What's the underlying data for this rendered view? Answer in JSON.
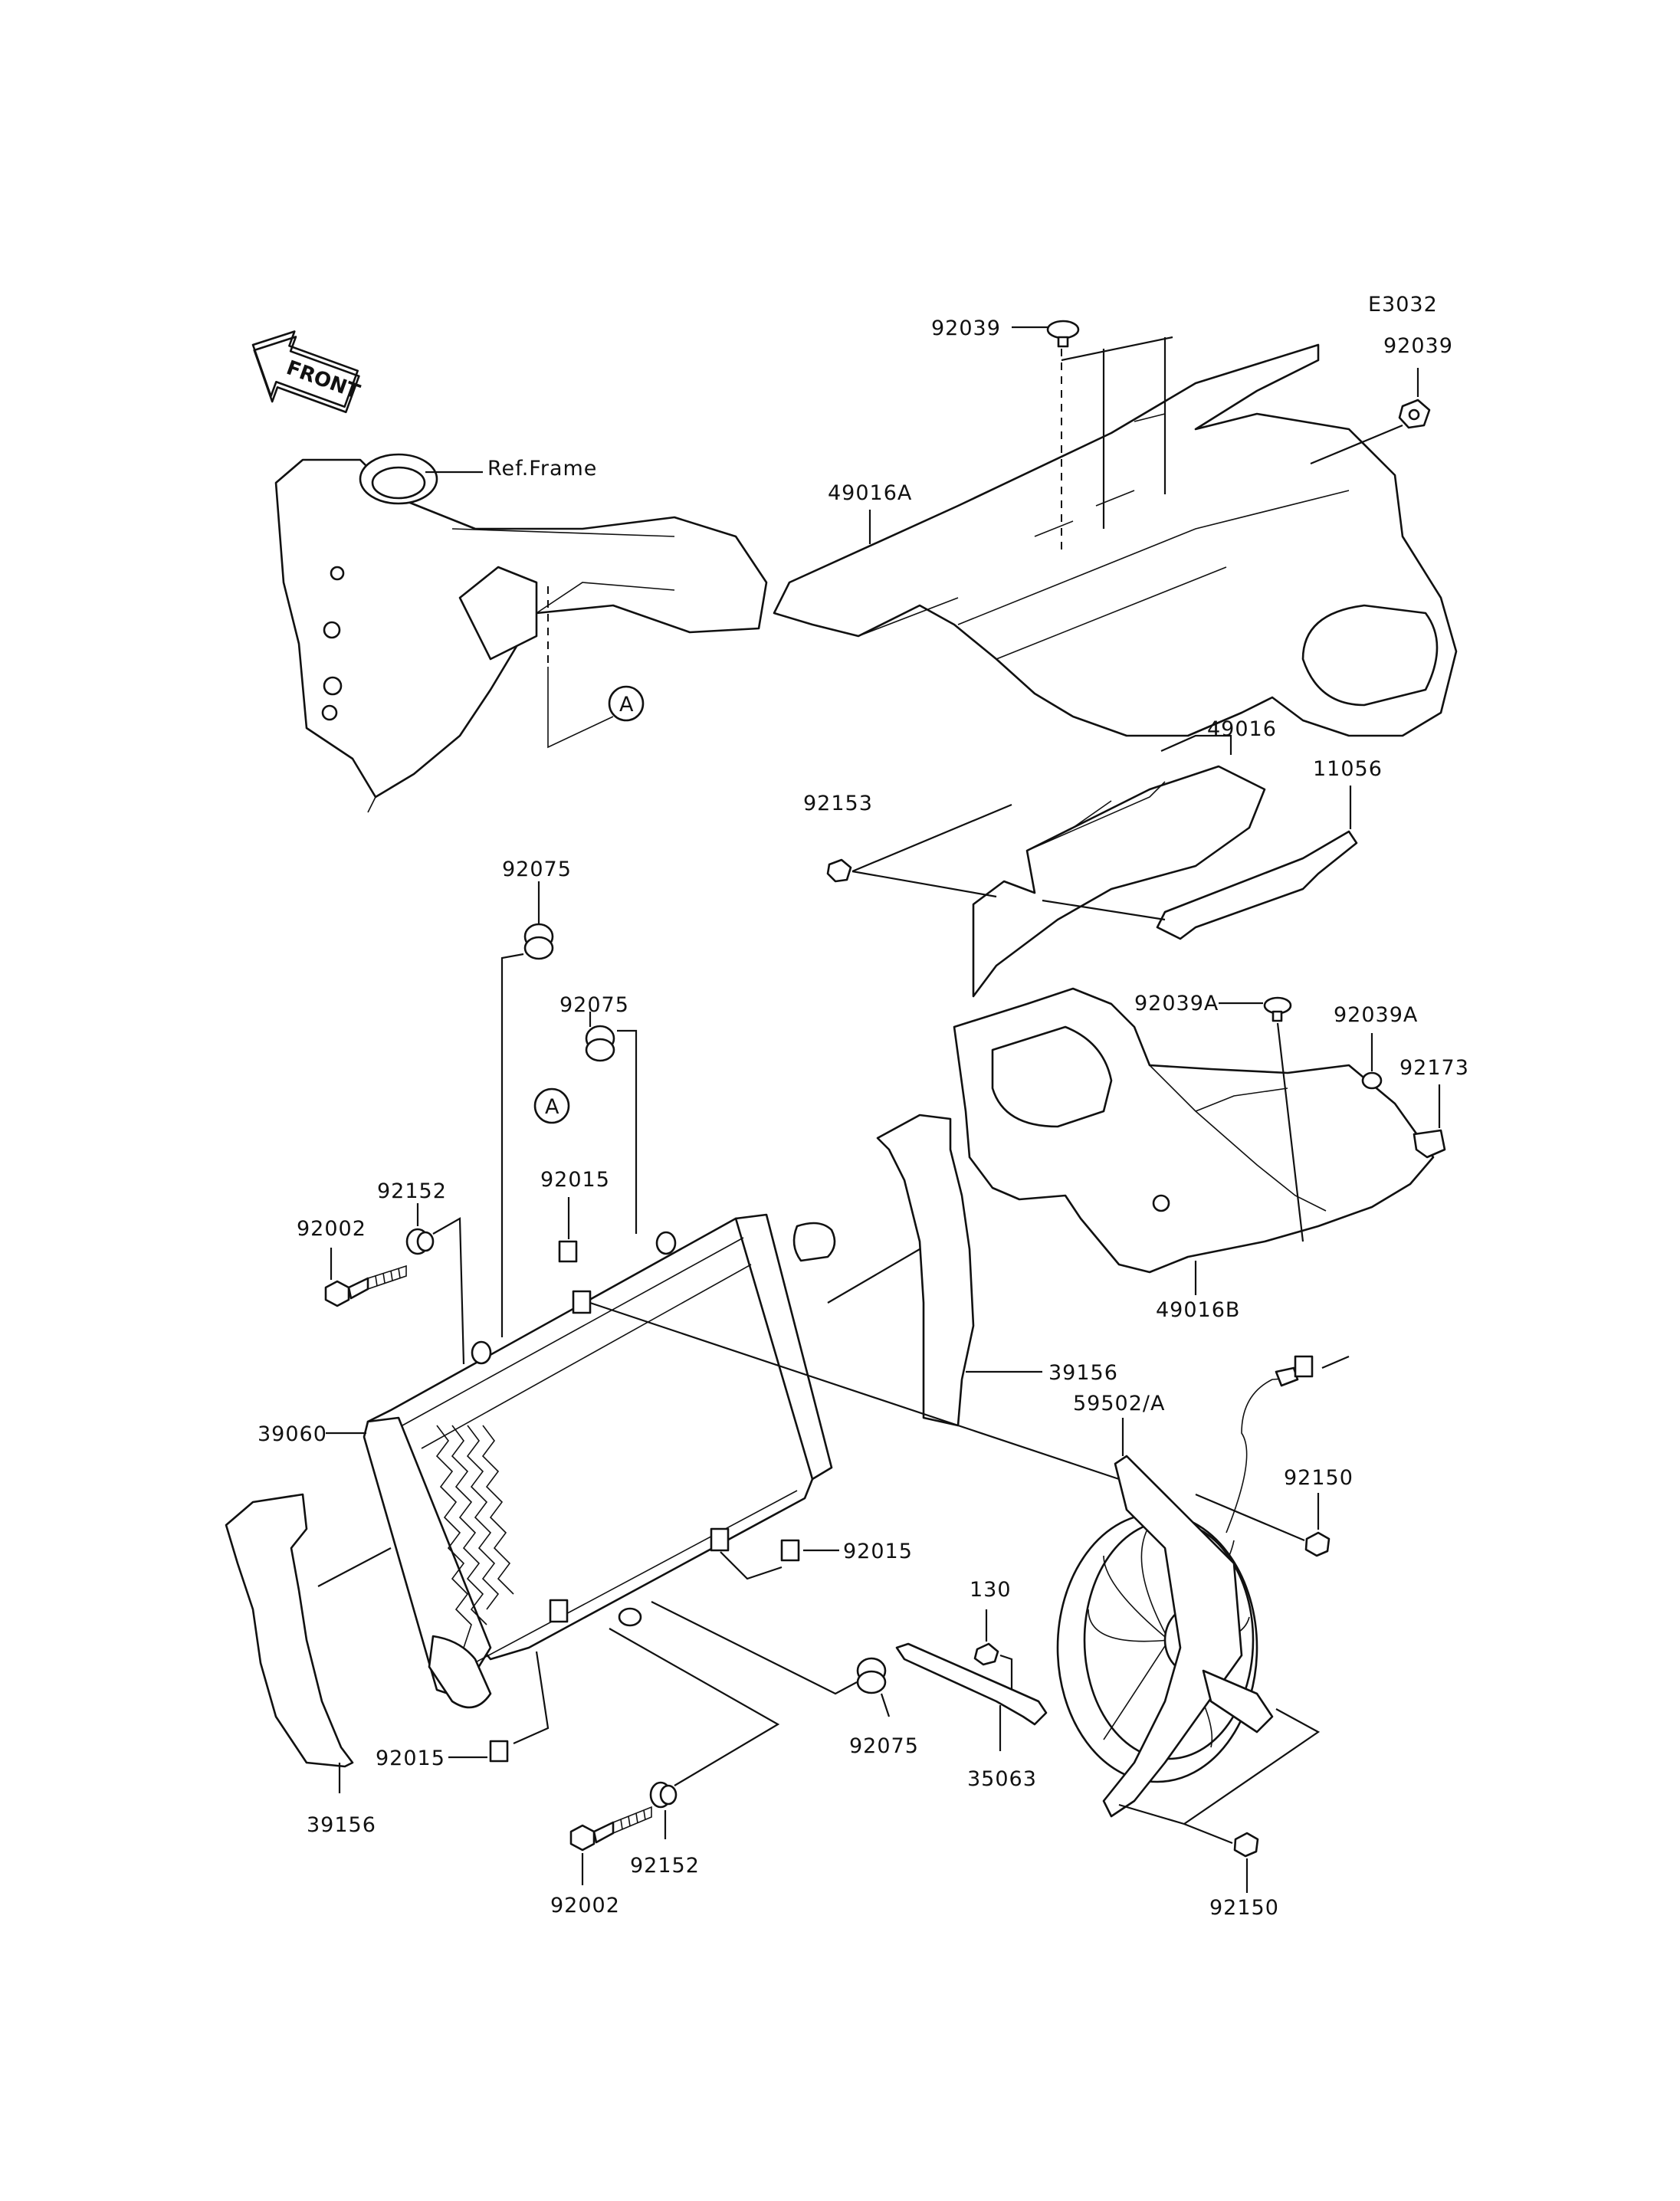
{
  "diagram": {
    "code": "E3032",
    "front_text": "FRONT",
    "ref_frame": "Ref.Frame",
    "marker": "A",
    "labels": {
      "p92039_top": "92039",
      "p92039_right": "92039",
      "p49016A": "49016A",
      "p49016": "49016",
      "p92153": "92153",
      "p11056": "11056",
      "p92039A_left": "92039A",
      "p92039A_right": "92039A",
      "p92173": "92173",
      "p49016B": "49016B",
      "p39156_right": "39156",
      "p59502A": "59502/A",
      "p92150_top": "92150",
      "p92150_bottom": "92150",
      "p92075_top": "92075",
      "p92075_mid": "92075",
      "p92075_bottom": "92075",
      "p92152_top": "92152",
      "p92152_bottom": "92152",
      "p92002_top": "92002",
      "p92002_bottom": "92002",
      "p92015_top": "92015",
      "p92015_right": "92015",
      "p92015_bottom": "92015",
      "p39060": "39060",
      "p39156_left": "39156",
      "p130": "130",
      "p35063": "35063"
    }
  }
}
